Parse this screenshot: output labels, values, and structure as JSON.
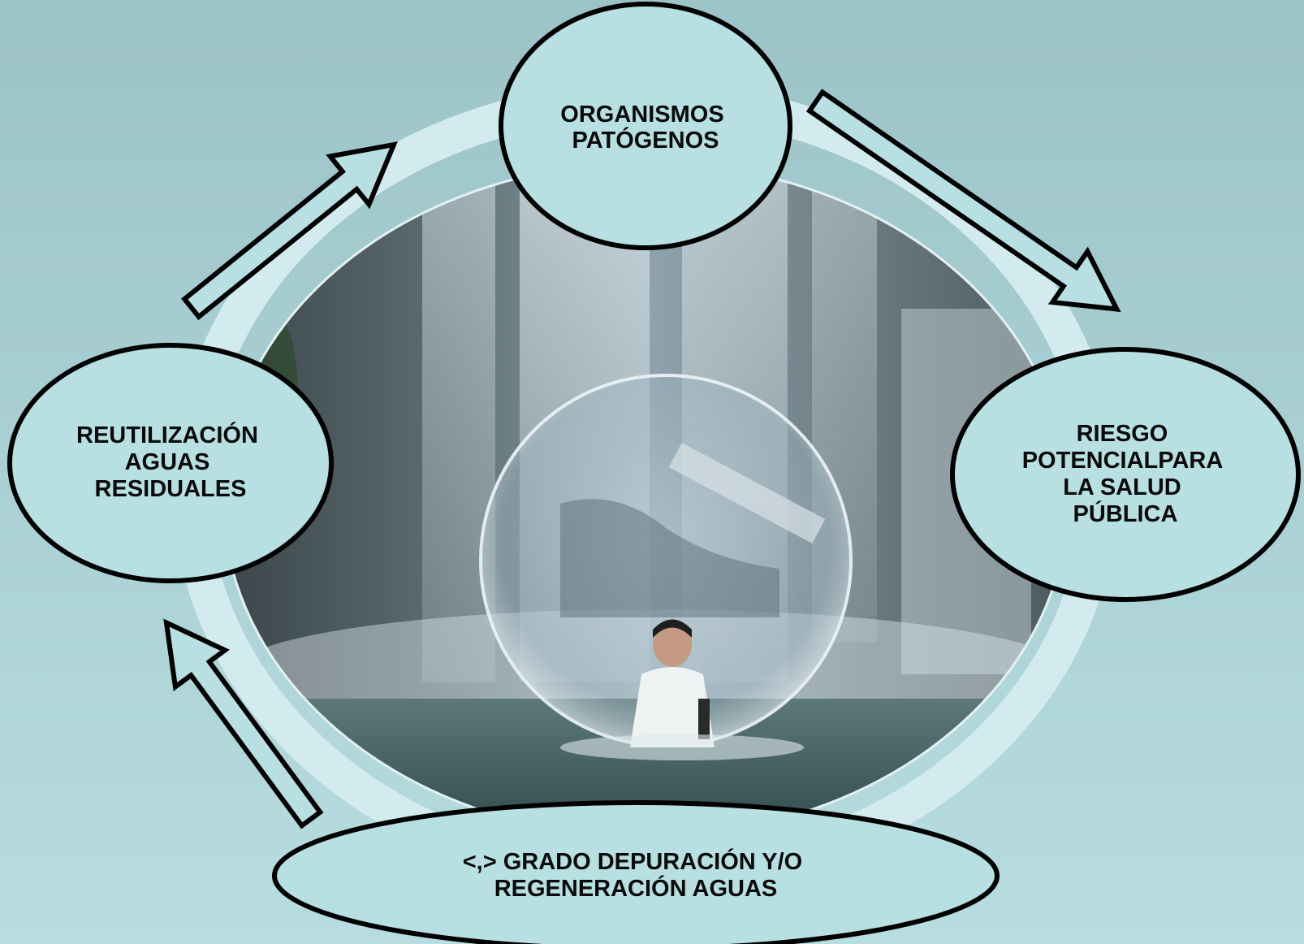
{
  "colors": {
    "background_top": "#9ec5c9",
    "background_bottom": "#b6dde1",
    "node_fill": "#b8e0e3",
    "node_stroke": "#000000",
    "ring": "#d4ecee"
  },
  "nodes": {
    "organismos": {
      "lines": [
        "ORGANISMOS",
        "PATÓGENOS"
      ]
    },
    "riesgo": {
      "lines": [
        "RIESGO",
        "POTENCIALPARA",
        "LA SALUD",
        "PÚBLICA"
      ]
    },
    "grado": {
      "lines": [
        "<,> GRADO DEPURACIÓN Y/O",
        "REGENERACIÓN AGUAS"
      ]
    },
    "reutilizacion": {
      "lines": [
        "REUTILIZACIÓN",
        "AGUAS",
        "RESIDUALES"
      ]
    }
  },
  "photo": {
    "description": "child-in-water-bubble-photo"
  }
}
